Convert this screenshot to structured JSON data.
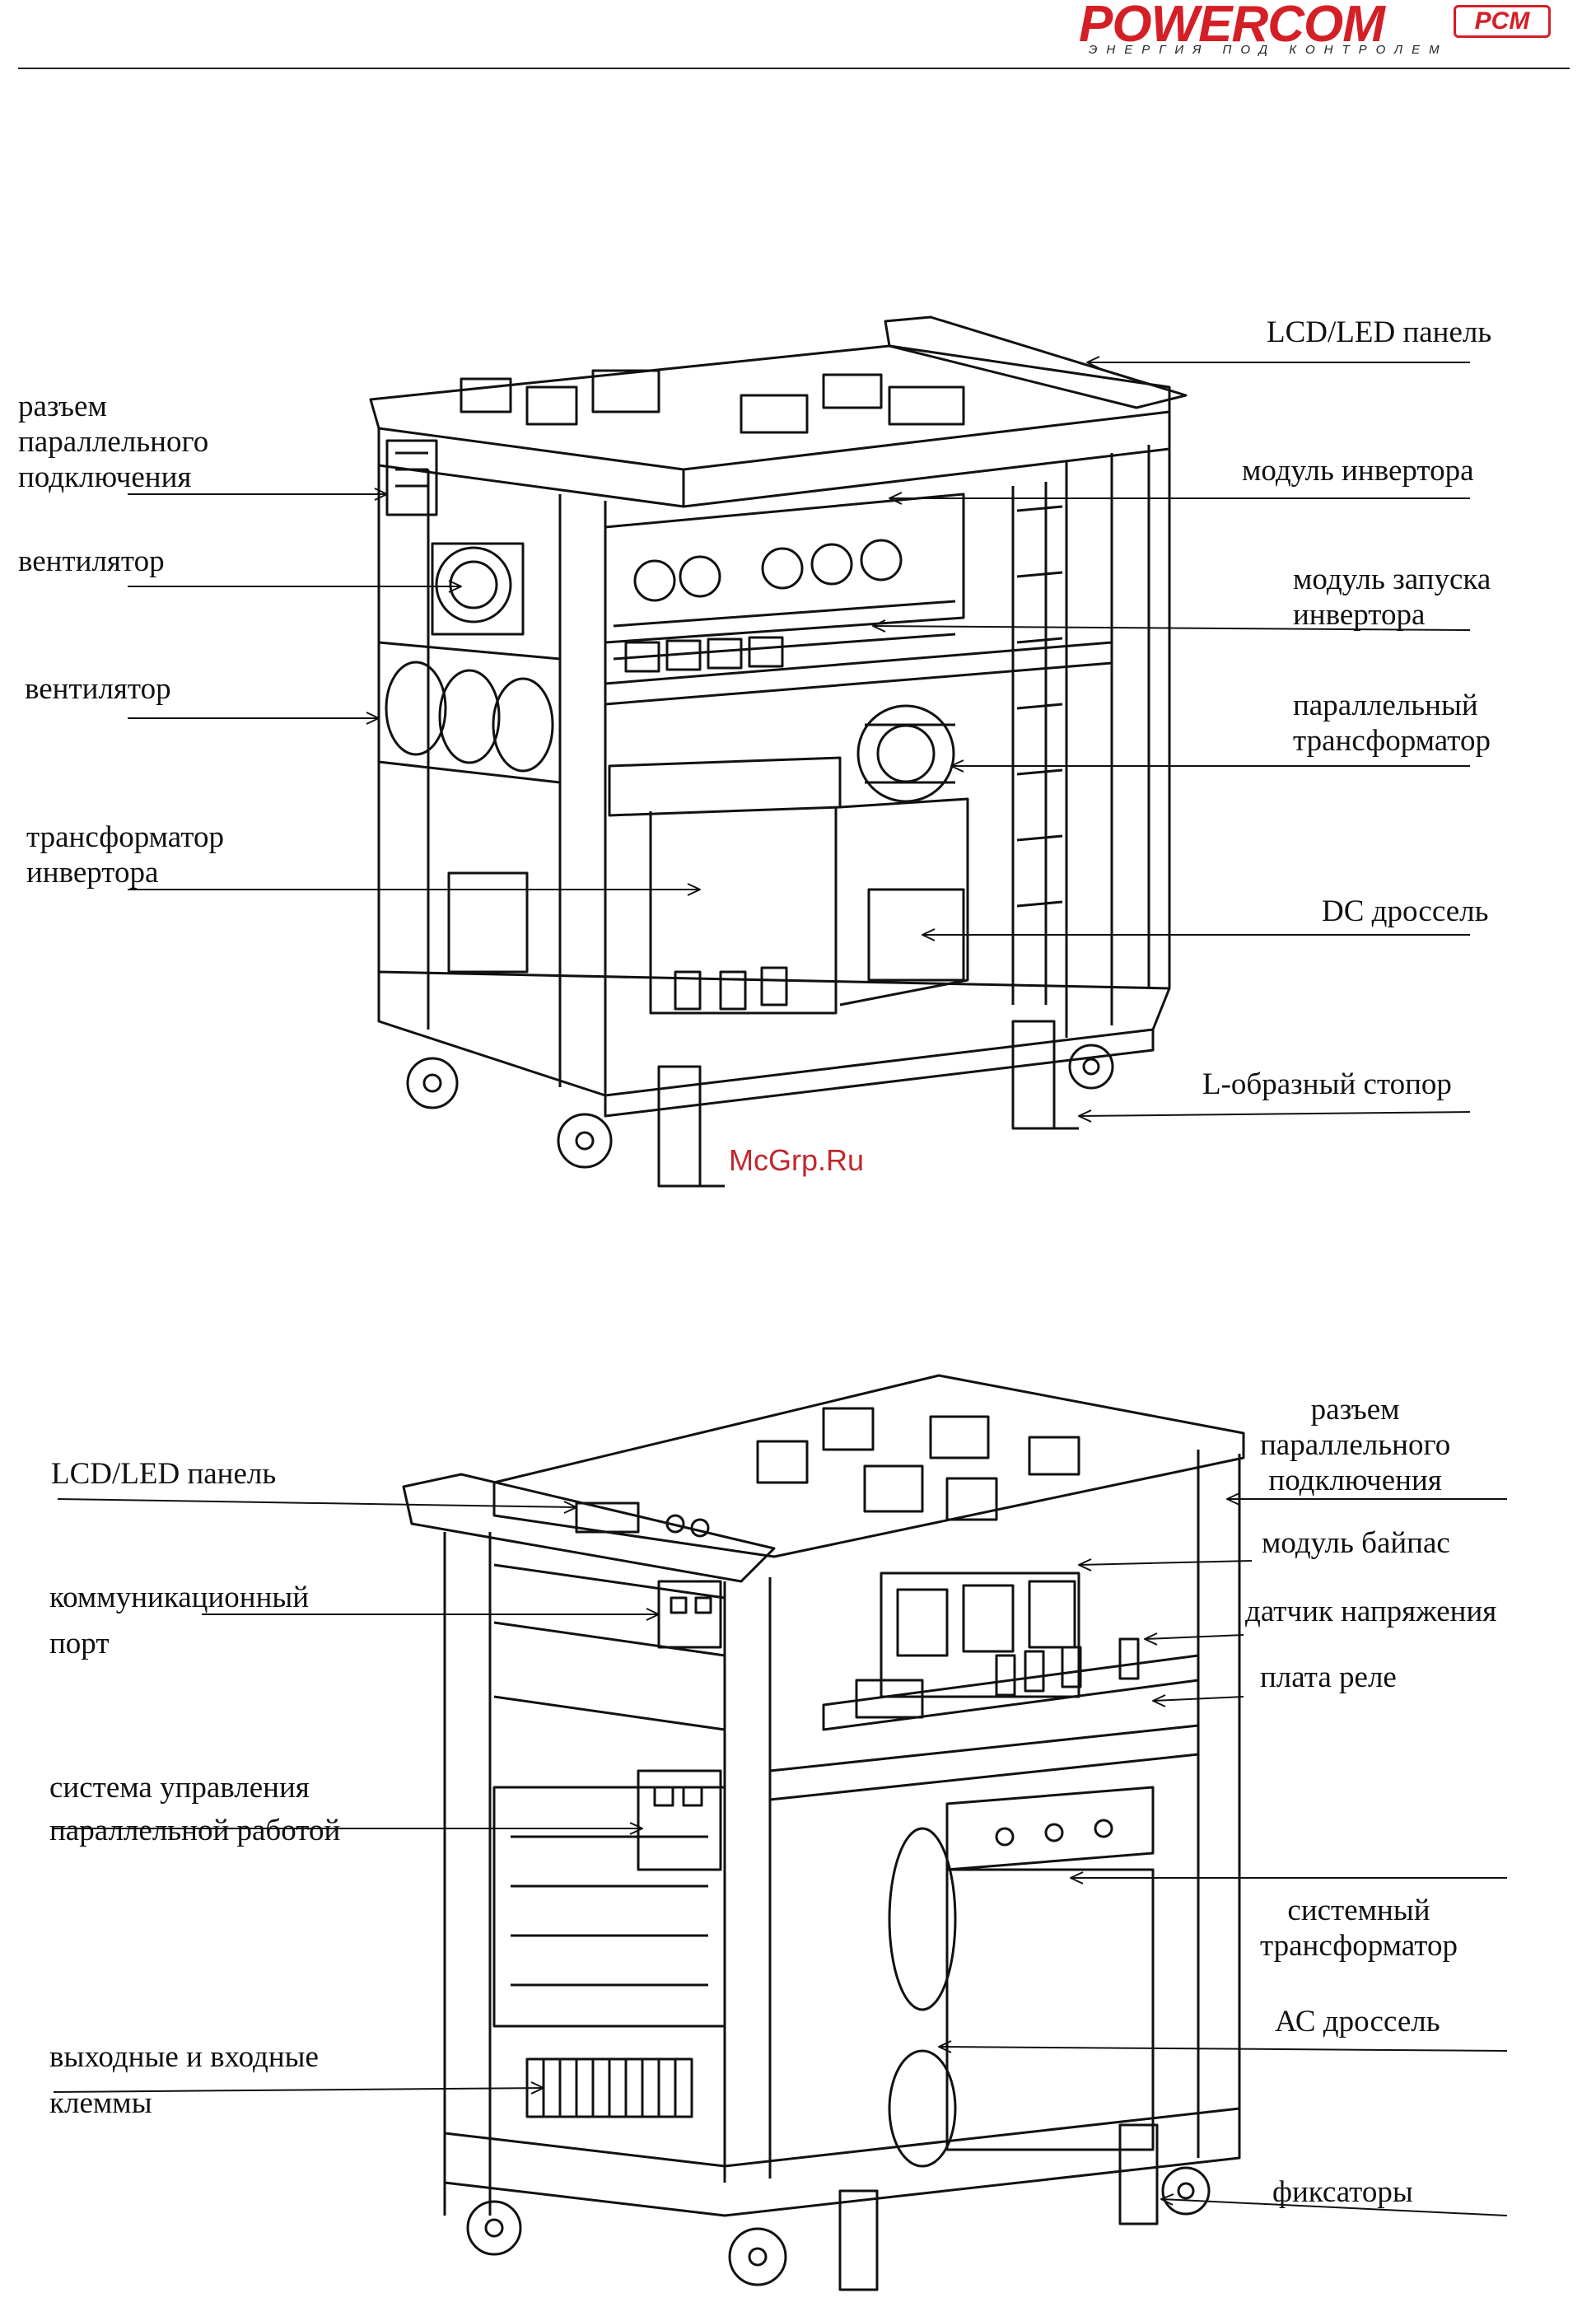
{
  "header": {
    "brand": "POWERCOM",
    "brand_badge": "PCM",
    "tagline": "ЭНЕРГИЯ ПОД КОНТРОЛЕМ"
  },
  "watermark": "McGrp.Ru",
  "diagram1": {
    "labels": {
      "lcd_panel": "LCD/LED панель",
      "parallel_connector": "разъем\nпараллельного\nподключения",
      "inverter_module": "модуль инвертора",
      "fan_top": "вентилятор",
      "inverter_start_module": "модуль запуска\nинвертора",
      "fan_middle": "вентилятор",
      "parallel_transformer": "параллельный\nтрансформатор",
      "inverter_transformer": "трансформатор\nинвертора",
      "dc_choke": "DC дроссель",
      "l_stopper": "L-образный стопор"
    }
  },
  "diagram2": {
    "labels": {
      "lcd_panel": "LCD/LED панель",
      "parallel_connector": "разъем\nпараллельного\nподключения",
      "bypass_module": "модуль байпас",
      "comm_port": "коммуникационный\nпорт",
      "voltage_sensor": "датчик напряжения",
      "relay_board": "плата реле",
      "parallel_control": "система управления\nпараллельной работой",
      "system_transformer": "системный\nтрансформатор",
      "ac_choke": "АС дроссель",
      "terminals": "выходные и входные\nклеммы",
      "fixators": "фиксаторы"
    }
  }
}
